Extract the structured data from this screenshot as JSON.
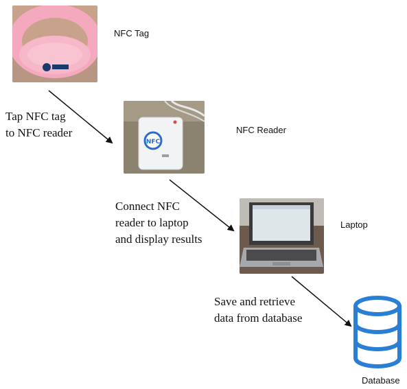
{
  "nodes": {
    "nfc_tag": {
      "label": "NFC Tag"
    },
    "nfc_reader": {
      "label": "NFC Reader",
      "device_text": "NFC"
    },
    "laptop": {
      "label": "Laptop"
    },
    "database": {
      "label": "Database"
    }
  },
  "edges": {
    "tag_to_reader": {
      "line1": "Tap NFC tag",
      "line2": "to NFC reader"
    },
    "reader_to_laptop": {
      "line1": "Connect NFC",
      "line2": "reader to laptop",
      "line3": "and display results"
    },
    "laptop_to_db": {
      "line1": "Save and retrieve",
      "line2": "data from database"
    }
  },
  "colors": {
    "wristband": "#f4a9bf",
    "database": "#2a7fd4",
    "arrow": "#111111"
  }
}
